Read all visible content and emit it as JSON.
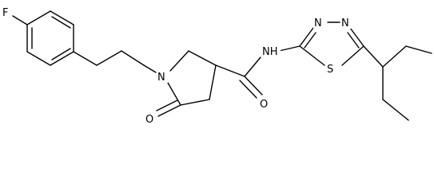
{
  "molecule": {
    "atom_labels": {
      "fluorine": "F",
      "ring_nitrogen": "N",
      "amide_nitrogen": "NH",
      "carbonyl_oxygen_ring": "O",
      "carbonyl_oxygen_amide": "O",
      "thiadiazole_n1": "N",
      "thiadiazole_n2": "N",
      "thiadiazole_sulfur": "S"
    }
  }
}
